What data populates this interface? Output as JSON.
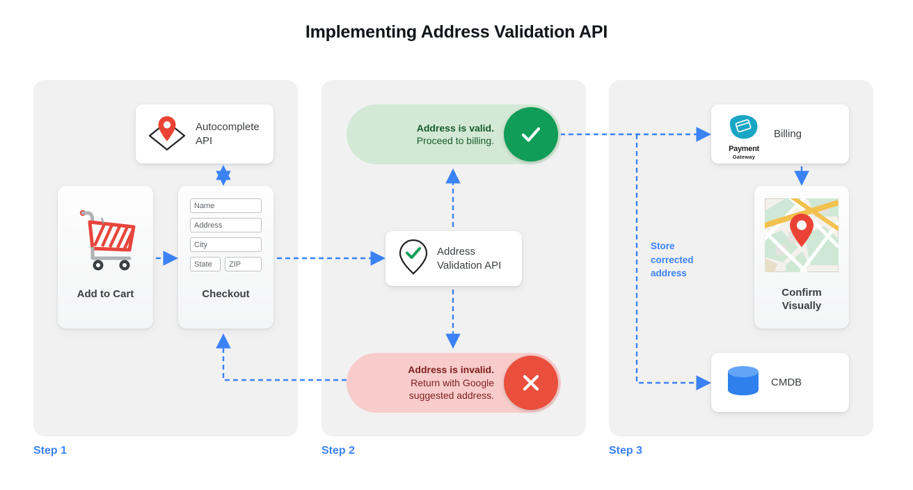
{
  "title": "Implementing Address Validation API",
  "accent_color": "#3b82f6",
  "steps": [
    {
      "label": "Step 1"
    },
    {
      "label": "Step 2"
    },
    {
      "label": "Step 3"
    }
  ],
  "step1": {
    "autocomplete_card": {
      "label": "Autocomplete\nAPI",
      "label_line1": "Autocomplete",
      "label_line2": "API",
      "icon": "map-pin-diamond-icon"
    },
    "add_to_cart_card": {
      "label": "Add to Cart",
      "icon": "shopping-cart-icon"
    },
    "checkout_card": {
      "label": "Checkout",
      "fields": [
        {
          "name": "name-field",
          "placeholder": "Name"
        },
        {
          "name": "address-field",
          "placeholder": "Address"
        },
        {
          "name": "city-field",
          "placeholder": "City"
        },
        {
          "name": "state-field",
          "placeholder": "State"
        },
        {
          "name": "zip-field",
          "placeholder": "ZIP"
        }
      ]
    }
  },
  "step2": {
    "valid_pill": {
      "line1": "Address is valid.",
      "line2": "Proceed to billing.",
      "badge_icon": "check-icon",
      "bg_color": "#d3e9d5",
      "badge_color": "#0f9d58"
    },
    "invalid_pill": {
      "line1": "Address is invalid.",
      "line2": "Return with Google",
      "line3": "suggested address.",
      "badge_icon": "close-icon",
      "bg_color": "#f8cccb",
      "badge_color": "#ea4f3d"
    },
    "validation_card": {
      "label_line1": "Address",
      "label_line2": "Validation API",
      "icon": "map-pin-check-icon"
    }
  },
  "step3": {
    "billing_card": {
      "label": "Billing",
      "logo_name": "Payment",
      "logo_sub": "Gateway",
      "icon": "payment-gateway-logo"
    },
    "confirm_card": {
      "label_line1": "Confirm",
      "label_line2": "Visually",
      "icon": "map-thumbnail-icon"
    },
    "cmdb_card": {
      "label": "CMDB",
      "icon": "database-icon"
    },
    "store_note": {
      "line1": "Store",
      "line2": "corrected",
      "line3": "address"
    }
  }
}
